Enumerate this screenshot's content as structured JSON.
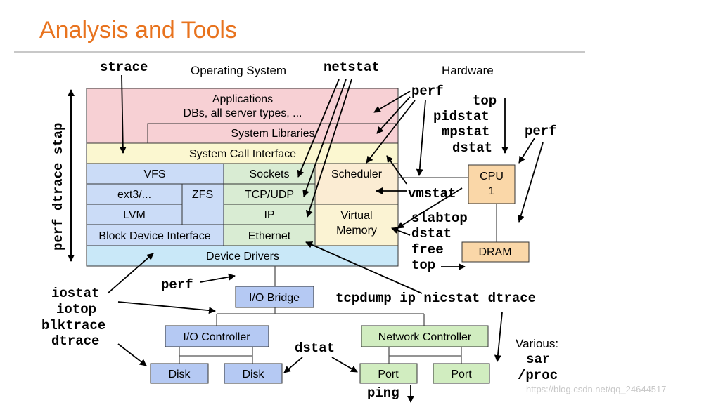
{
  "title": "Analysis and Tools",
  "headers": {
    "os": "Operating System",
    "hardware": "Hardware"
  },
  "os_layers": {
    "applications": "Applications",
    "applications_sub": "DBs, all server types, ...",
    "system_libraries": "System Libraries",
    "syscall": "System Call Interface",
    "vfs": "VFS",
    "ext3": "ext3/...",
    "zfs": "ZFS",
    "lvm": "LVM",
    "block": "Block Device Interface",
    "sockets": "Sockets",
    "tcpudp": "TCP/UDP",
    "ip": "IP",
    "ethernet": "Ethernet",
    "scheduler": "Scheduler",
    "vm1": "Virtual",
    "vm2": "Memory",
    "device_drivers": "Device Drivers"
  },
  "hardware_boxes": {
    "cpu1": "CPU",
    "cpu2": "1",
    "dram": "DRAM",
    "io_bridge": "I/O Bridge",
    "io_controller": "I/O Controller",
    "network_controller": "Network Controller",
    "disk1": "Disk",
    "disk2": "Disk",
    "port1": "Port",
    "port2": "Port"
  },
  "tools": {
    "strace": "strace",
    "netstat": "netstat",
    "perf_top": "perf",
    "perf_vertical": "perf dtrace stap",
    "top": "top",
    "pidstat": "pidstat",
    "mpstat": "mpstat",
    "dstat_cpu": "dstat",
    "perf_cpu": "perf",
    "vmstat": "vmstat",
    "slabtop": "slabtop",
    "dstat_mem": "dstat",
    "free": "free",
    "top_mem": "top",
    "perf_bridge": "perf",
    "tcpdump": "tcpdump ip nicstat dtrace",
    "iostat": "iostat",
    "iotop": "iotop",
    "blktrace": "blktrace",
    "dtrace_io": "dtrace",
    "dstat_disk": "dstat",
    "ping": "ping",
    "various": "Various:",
    "sar": "sar",
    "proc": "/proc"
  },
  "watermark": "https://blog.csdn.net/qq_24644517",
  "colors": {
    "title": "#e8731e",
    "applications": "#f7d0d4",
    "syscall": "#fbf7d0",
    "fs_blue": "#cbdcf7",
    "net_green": "#d9ecd3",
    "scheduler": "#fbecd3",
    "virtual_memory": "#fbf3d3",
    "device_drivers": "#c9e8f8",
    "cpu_dram": "#fad7a8",
    "io_blue": "#b5c9f3",
    "nc_green": "#d1edc0"
  }
}
